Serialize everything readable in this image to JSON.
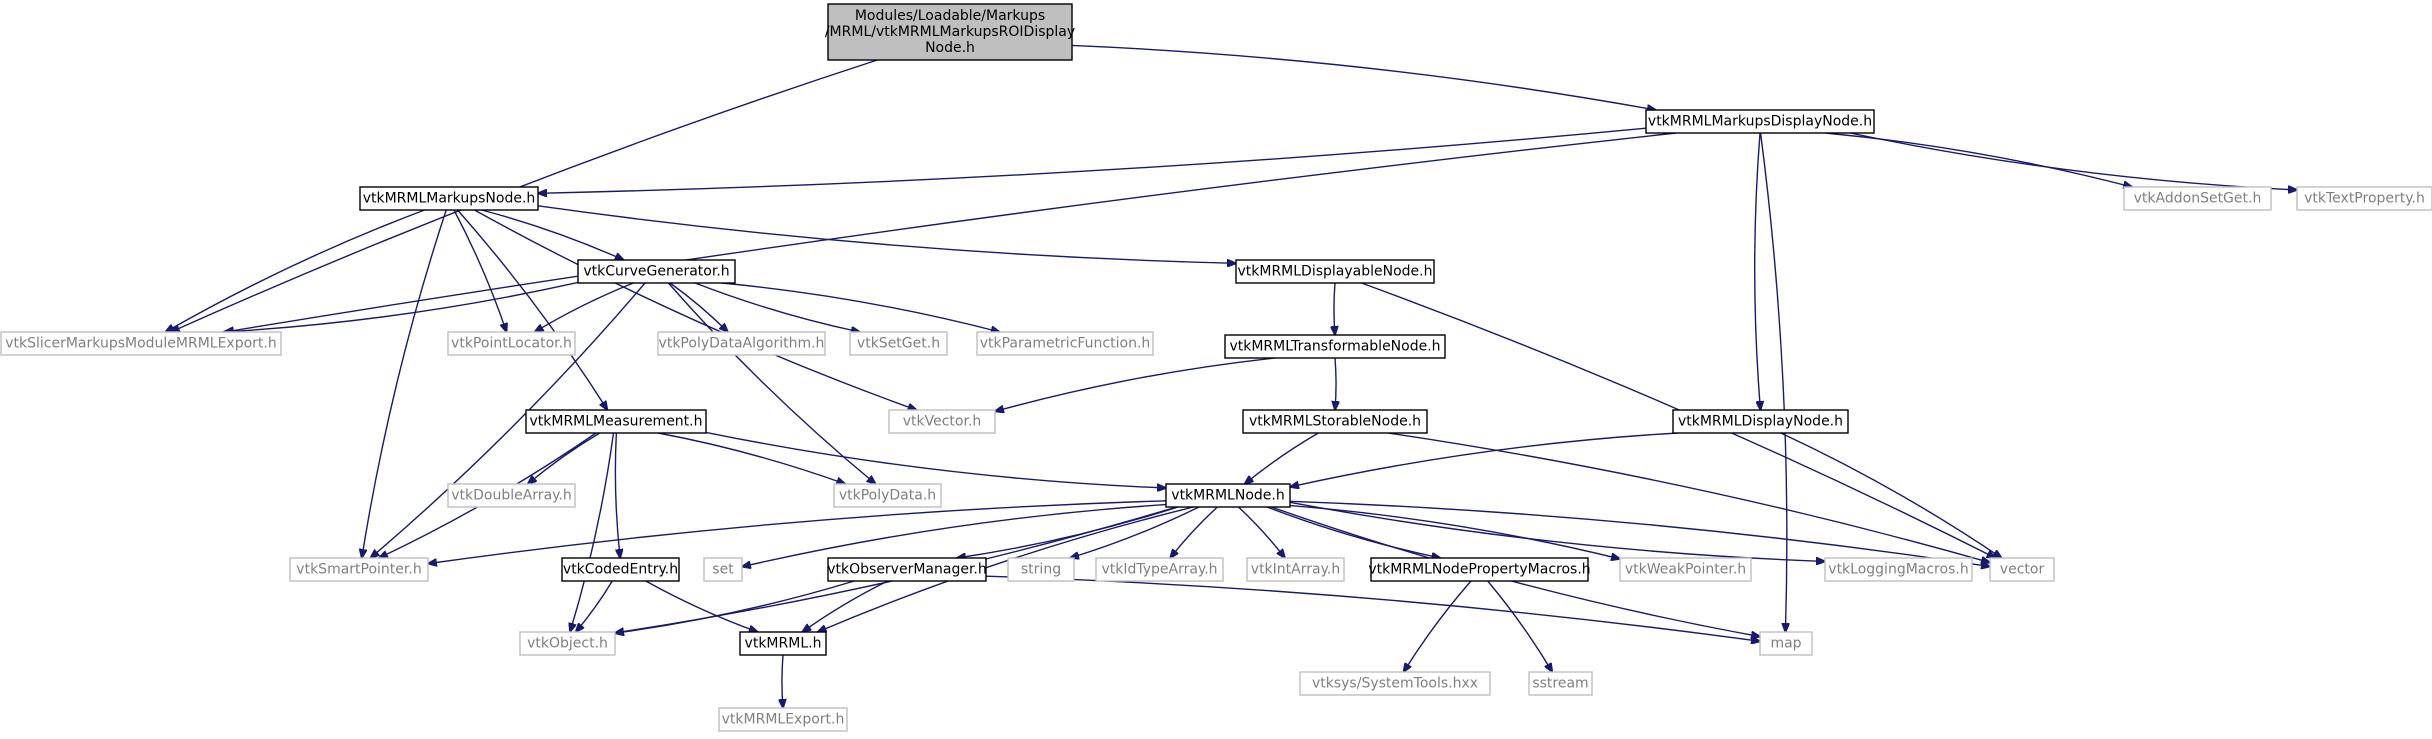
{
  "colors": {
    "edge": "#191970",
    "doc_border": "#000000",
    "ext_border": "#bfbfbf",
    "ext_text": "#808080",
    "text": "#000000",
    "root_fill": "#bfbfbf"
  },
  "nodes": [
    {
      "id": "root",
      "kind": "root",
      "lines": [
        "Modules/Loadable/Markups",
        "/MRML/vtkMRMLMarkupsROIDisplay",
        "Node.h"
      ]
    },
    {
      "id": "displaynodeMarkups",
      "kind": "doc",
      "lines": [
        "vtkMRMLMarkupsDisplayNode.h"
      ]
    },
    {
      "id": "markupsnode",
      "kind": "doc",
      "lines": [
        "vtkMRMLMarkupsNode.h"
      ]
    },
    {
      "id": "addonsetget",
      "kind": "ext",
      "lines": [
        "vtkAddonSetGet.h"
      ]
    },
    {
      "id": "textproperty",
      "kind": "ext",
      "lines": [
        "vtkTextProperty.h"
      ]
    },
    {
      "id": "curvegen",
      "kind": "doc",
      "lines": [
        "vtkCurveGenerator.h"
      ]
    },
    {
      "id": "displayable",
      "kind": "doc",
      "lines": [
        "vtkMRMLDisplayableNode.h"
      ]
    },
    {
      "id": "slicerexport",
      "kind": "ext",
      "lines": [
        "vtkSlicerMarkupsModuleMRMLExport.h"
      ]
    },
    {
      "id": "pointlocator",
      "kind": "ext",
      "lines": [
        "vtkPointLocator.h"
      ]
    },
    {
      "id": "polydataalgo",
      "kind": "ext",
      "lines": [
        "vtkPolyDataAlgorithm.h"
      ]
    },
    {
      "id": "setget",
      "kind": "ext",
      "lines": [
        "vtkSetGet.h"
      ]
    },
    {
      "id": "parametric",
      "kind": "ext",
      "lines": [
        "vtkParametricFunction.h"
      ]
    },
    {
      "id": "transformable",
      "kind": "doc",
      "lines": [
        "vtkMRMLTransformableNode.h"
      ]
    },
    {
      "id": "vtkvector",
      "kind": "ext",
      "lines": [
        "vtkVector.h"
      ]
    },
    {
      "id": "measurement",
      "kind": "doc",
      "lines": [
        "vtkMRMLMeasurement.h"
      ]
    },
    {
      "id": "storable",
      "kind": "doc",
      "lines": [
        "vtkMRMLStorableNode.h"
      ]
    },
    {
      "id": "displaynode",
      "kind": "doc",
      "lines": [
        "vtkMRMLDisplayNode.h"
      ]
    },
    {
      "id": "doublearray",
      "kind": "ext",
      "lines": [
        "vtkDoubleArray.h"
      ]
    },
    {
      "id": "polydata",
      "kind": "ext",
      "lines": [
        "vtkPolyData.h"
      ]
    },
    {
      "id": "mrmlnode",
      "kind": "doc",
      "lines": [
        "vtkMRMLNode.h"
      ]
    },
    {
      "id": "smartpointer",
      "kind": "ext",
      "lines": [
        "vtkSmartPointer.h"
      ]
    },
    {
      "id": "codedentry",
      "kind": "doc",
      "lines": [
        "vtkCodedEntry.h"
      ]
    },
    {
      "id": "set",
      "kind": "ext",
      "lines": [
        "set"
      ]
    },
    {
      "id": "observermgr",
      "kind": "doc",
      "lines": [
        "vtkObserverManager.h"
      ]
    },
    {
      "id": "string",
      "kind": "ext",
      "lines": [
        "string"
      ]
    },
    {
      "id": "idtypearray",
      "kind": "ext",
      "lines": [
        "vtkIdTypeArray.h"
      ]
    },
    {
      "id": "intarray",
      "kind": "ext",
      "lines": [
        "vtkIntArray.h"
      ]
    },
    {
      "id": "propmacros",
      "kind": "doc",
      "lines": [
        "vtkMRMLNodePropertyMacros.h"
      ]
    },
    {
      "id": "weakpointer",
      "kind": "ext",
      "lines": [
        "vtkWeakPointer.h"
      ]
    },
    {
      "id": "logging",
      "kind": "ext",
      "lines": [
        "vtkLoggingMacros.h"
      ]
    },
    {
      "id": "vector",
      "kind": "ext",
      "lines": [
        "vector"
      ]
    },
    {
      "id": "vtkobject",
      "kind": "ext",
      "lines": [
        "vtkObject.h"
      ]
    },
    {
      "id": "vtkmrml",
      "kind": "doc",
      "lines": [
        "vtkMRML.h"
      ]
    },
    {
      "id": "systemtools",
      "kind": "ext",
      "lines": [
        "vtksys/SystemTools.hxx"
      ]
    },
    {
      "id": "sstream",
      "kind": "ext",
      "lines": [
        "sstream"
      ]
    },
    {
      "id": "map",
      "kind": "ext",
      "lines": [
        "map"
      ]
    },
    {
      "id": "mrmlexport",
      "kind": "ext",
      "lines": [
        "vtkMRMLExport.h"
      ]
    }
  ],
  "edges": [
    [
      "root",
      "slicerexport"
    ],
    [
      "root",
      "displaynodeMarkups"
    ],
    [
      "displaynodeMarkups",
      "slicerexport"
    ],
    [
      "displaynodeMarkups",
      "markupsnode"
    ],
    [
      "displaynodeMarkups",
      "displaynode"
    ],
    [
      "displaynodeMarkups",
      "addonsetget"
    ],
    [
      "displaynodeMarkups",
      "textproperty"
    ],
    [
      "displaynodeMarkups",
      "map"
    ],
    [
      "markupsnode",
      "slicerexport"
    ],
    [
      "markupsnode",
      "curvegen"
    ],
    [
      "markupsnode",
      "displayable"
    ],
    [
      "markupsnode",
      "pointlocator"
    ],
    [
      "markupsnode",
      "vtkvector"
    ],
    [
      "markupsnode",
      "measurement"
    ],
    [
      "markupsnode",
      "smartpointer"
    ],
    [
      "curvegen",
      "slicerexport"
    ],
    [
      "curvegen",
      "pointlocator"
    ],
    [
      "curvegen",
      "polydataalgo"
    ],
    [
      "curvegen",
      "setget"
    ],
    [
      "curvegen",
      "parametric"
    ],
    [
      "curvegen",
      "polydata"
    ],
    [
      "curvegen",
      "smartpointer"
    ],
    [
      "displayable",
      "transformable"
    ],
    [
      "displayable",
      "vector"
    ],
    [
      "transformable",
      "vtkvector"
    ],
    [
      "transformable",
      "storable"
    ],
    [
      "storable",
      "mrmlnode"
    ],
    [
      "storable",
      "vector"
    ],
    [
      "displaynode",
      "mrmlnode"
    ],
    [
      "displaynode",
      "vector"
    ],
    [
      "measurement",
      "doublearray"
    ],
    [
      "measurement",
      "polydata"
    ],
    [
      "measurement",
      "mrmlnode"
    ],
    [
      "measurement",
      "smartpointer"
    ],
    [
      "measurement",
      "codedentry"
    ],
    [
      "measurement",
      "vtkobject"
    ],
    [
      "mrmlnode",
      "smartpointer"
    ],
    [
      "mrmlnode",
      "vtkobject"
    ],
    [
      "mrmlnode",
      "set"
    ],
    [
      "mrmlnode",
      "observermgr"
    ],
    [
      "mrmlnode",
      "vtkmrml"
    ],
    [
      "mrmlnode",
      "string"
    ],
    [
      "mrmlnode",
      "idtypearray"
    ],
    [
      "mrmlnode",
      "intarray"
    ],
    [
      "mrmlnode",
      "propmacros"
    ],
    [
      "mrmlnode",
      "weakpointer"
    ],
    [
      "mrmlnode",
      "logging"
    ],
    [
      "mrmlnode",
      "vector"
    ],
    [
      "mrmlnode",
      "map"
    ],
    [
      "codedentry",
      "vtkobject"
    ],
    [
      "codedentry",
      "vtkmrml"
    ],
    [
      "observermgr",
      "vtkobject"
    ],
    [
      "observermgr",
      "vtkmrml"
    ],
    [
      "observermgr",
      "map"
    ],
    [
      "propmacros",
      "systemtools"
    ],
    [
      "propmacros",
      "sstream"
    ],
    [
      "vtkmrml",
      "mrmlexport"
    ]
  ]
}
